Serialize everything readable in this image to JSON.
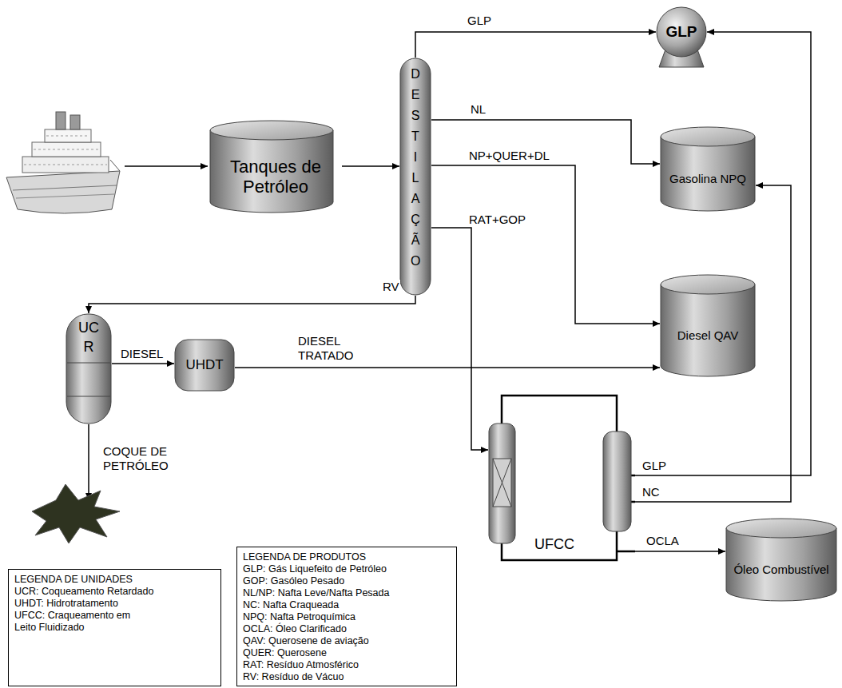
{
  "diagram": {
    "nodes": [
      {
        "text": [
          "Tanques de Petróleo"
        ]
      },
      {
        "text": [
          "DESTILAÇÃO"
        ]
      },
      {
        "text": [
          "GLP"
        ]
      },
      {
        "text": [
          "Gasolina NPQ"
        ]
      },
      {
        "text": [
          "Diesel QAV"
        ]
      },
      {
        "text": [
          "UC R"
        ]
      },
      {
        "text": [
          "UHDT"
        ]
      },
      {
        "text": [
          "UFCC"
        ]
      },
      {
        "text": [
          "Óleo Combustível"
        ]
      },
      {
        "text": [
          "LEGENDA DE PRODUTOS",
          "GLP: Gás Liquefeito de Petróleo",
          "GOP: Gasóleo Pesado",
          "NL/NP: Nafta Leve/Nafta Pesada",
          "NC: Nafta Craqueada",
          "NPQ: Nafta Petroquímica",
          "OCLA: Óleo Clarificado",
          "QAV: Querosene de aviação",
          "QUER: Querosene",
          "RAT: Resíduo Atmosférico",
          "RV: Resíduo de Vácuo"
        ]
      },
      {
        "text": [
          "LEGENDA DE UNIDADES",
          "UCR: Coqueamento Retardado",
          "UHDT: Hidrotratamento",
          "UFCC: Craqueamento em Leito Fluidizado"
        ]
      }
    ],
    "edges": [
      {
        "from": 0,
        "to": 1,
        "arrow": "to"
      },
      {
        "from": 1,
        "to": 2,
        "label": "GLP",
        "arrow": "to"
      },
      {
        "from": 1,
        "to": 3,
        "label": "NL",
        "arrow": "to"
      },
      {
        "from": 1,
        "to": 4,
        "label": "NP+QUER+DL",
        "arrow": "to"
      },
      {
        "from": 1,
        "to": 7,
        "label": "RAT+GOP",
        "arrow": "to"
      },
      {
        "from": 1,
        "to": 5,
        "label": "RV",
        "arrow": "to"
      },
      {
        "from": 5,
        "to": 6,
        "label": "DIESEL",
        "arrow": "to"
      },
      {
        "from": 6,
        "to": 4,
        "label": "DIESEL TRATADO",
        "arrow": "to"
      },
      {
        "from": 7,
        "to": 2,
        "label": "GLP",
        "arrow": "to"
      },
      {
        "from": 7,
        "to": 3,
        "label": "NC",
        "arrow": "to"
      },
      {
        "from": 7,
        "to": 8,
        "label": "OCLA",
        "arrow": "to"
      }
    ],
    "labels": [
      "COQUE DE PETRÓLEO"
    ]
  }
}
